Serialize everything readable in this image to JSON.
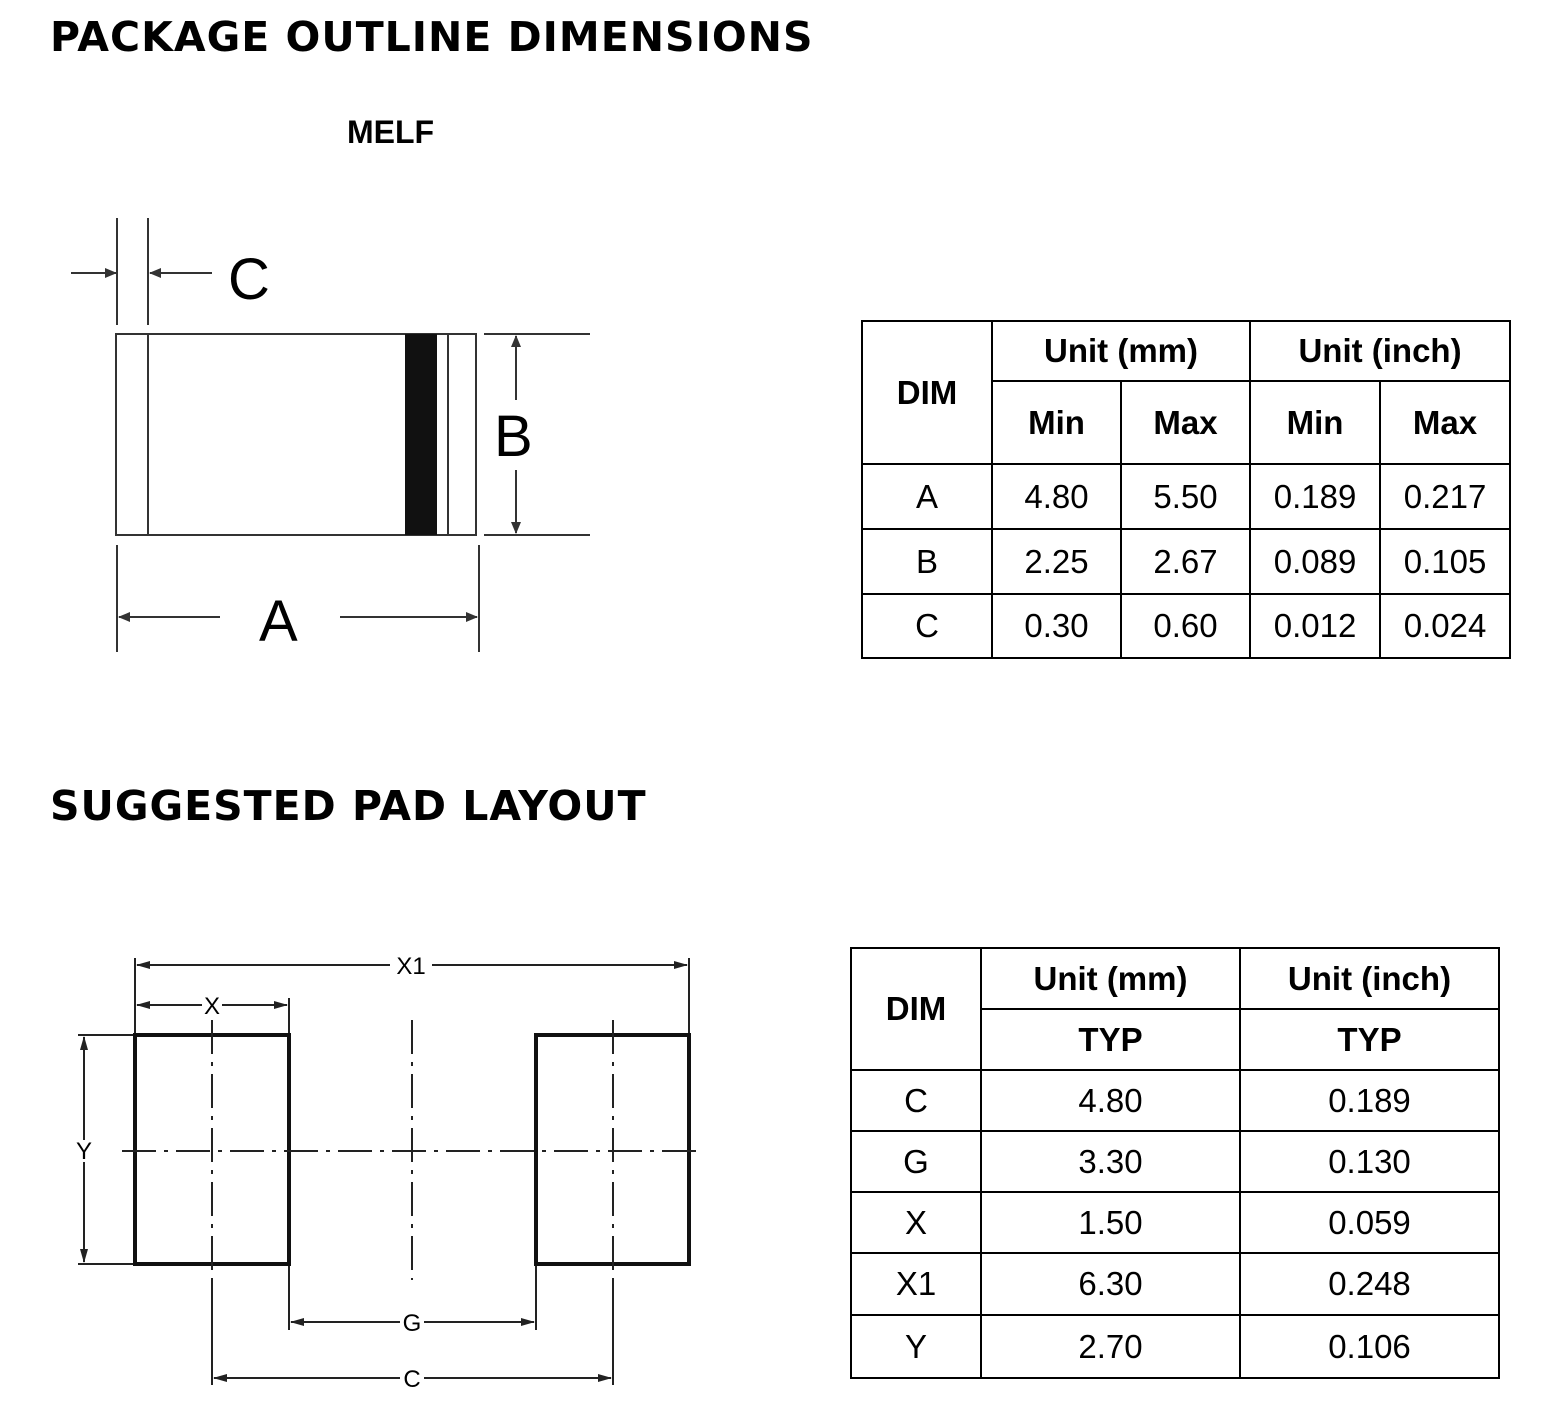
{
  "package_section": {
    "heading": "PACKAGE OUTLINE DIMENSIONS",
    "package_name": "MELF",
    "drawing_labels": {
      "a": "A",
      "b": "B",
      "c": "C"
    },
    "table": {
      "dim_header": "DIM",
      "unit_mm": "Unit (mm)",
      "unit_inch": "Unit (inch)",
      "min": "Min",
      "max": "Max",
      "rows": [
        {
          "dim": "A",
          "mm_min": "4.80",
          "mm_max": "5.50",
          "in_min": "0.189",
          "in_max": "0.217"
        },
        {
          "dim": "B",
          "mm_min": "2.25",
          "mm_max": "2.67",
          "in_min": "0.089",
          "in_max": "0.105"
        },
        {
          "dim": "C",
          "mm_min": "0.30",
          "mm_max": "0.60",
          "in_min": "0.012",
          "in_max": "0.024"
        }
      ]
    }
  },
  "pad_section": {
    "heading": "SUGGESTED PAD LAYOUT",
    "drawing_labels": {
      "x1": "X1",
      "x": "X",
      "y": "Y",
      "g": "G",
      "c": "C"
    },
    "table": {
      "dim_header": "DIM",
      "unit_mm": "Unit (mm)",
      "unit_inch": "Unit (inch)",
      "typ": "TYP",
      "rows": [
        {
          "dim": "C",
          "mm": "4.80",
          "inch": "0.189"
        },
        {
          "dim": "G",
          "mm": "3.30",
          "inch": "0.130"
        },
        {
          "dim": "X",
          "mm": "1.50",
          "inch": "0.059"
        },
        {
          "dim": "X1",
          "mm": "6.30",
          "inch": "0.248"
        },
        {
          "dim": "Y",
          "mm": "2.70",
          "inch": "0.106"
        }
      ]
    }
  }
}
